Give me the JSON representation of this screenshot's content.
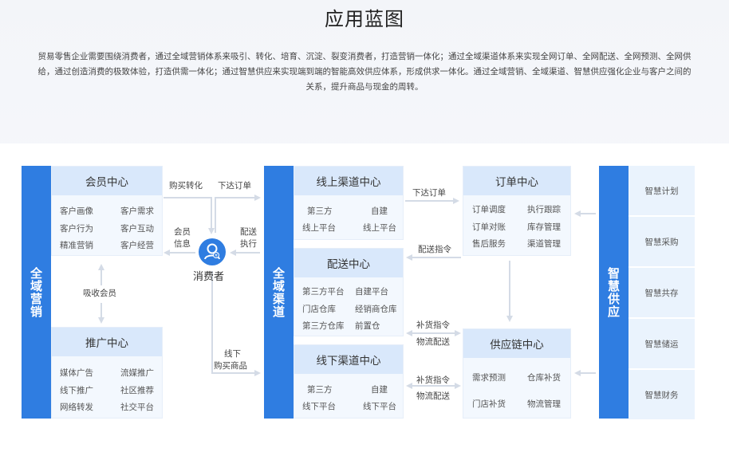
{
  "page": {
    "title": "应用蓝图",
    "intro": "贸易零售企业需要围绕消费者，通过全域营销体系来吸引、转化、培育、沉淀、裂变消费者，打造营销一体化；通过全域渠道体系来实现全网订单、全网配送、全网预测、全网供给，通过创造消费的极致体验，打造供需一体化；通过智慧供应来实现端到端的智能高效供应体系，形成供求一体化。通过全域营销、全域渠道、智慧供应强化企业与客户之间的关系，提升商品与现金的周转。"
  },
  "diagram": {
    "marketing": {
      "label": "全域营销",
      "member": {
        "title": "会员中心",
        "items": [
          "客户画像",
          "客户需求",
          "客户行为",
          "客户互动",
          "精准营销",
          "客户经营"
        ]
      },
      "promo": {
        "title": "推广中心",
        "items": [
          "媒体广告",
          "流媒推广",
          "线下推广",
          "社区推荐",
          "网络转发",
          "社交平台"
        ]
      },
      "absorb_label": "吸收会员"
    },
    "consumer": {
      "label": "消费者",
      "arrow_buy": "购买转化",
      "arrow_order": "下达订单",
      "member_info": [
        "会员",
        "信息"
      ],
      "delivery_exec": [
        "配送",
        "执行"
      ],
      "offline_buy": [
        "线下",
        "购买商品"
      ]
    },
    "channel": {
      "label": "全域渠道",
      "online": {
        "title": "线上渠道中心",
        "items": [
          "第三方",
          "自建",
          "线上平台",
          "线上平台"
        ]
      },
      "delivery": {
        "title": "配送中心",
        "items": [
          "第三方平台",
          "自建平台",
          "门店仓库",
          "经销商仓库",
          "第三方仓库",
          "前置仓"
        ]
      },
      "offline": {
        "title": "线下渠道中心",
        "items": [
          "第三方",
          "自建",
          "线下平台",
          "线下平台"
        ]
      }
    },
    "order": {
      "title": "订单中心",
      "items": [
        "订单调度",
        "执行跟踪",
        "订单对账",
        "库存管理",
        "售后服务",
        "渠道管理"
      ],
      "arrow_order": "下达订单",
      "arrow_dispatch": "配送指令"
    },
    "supply_chain": {
      "title": "供应链中心",
      "items": [
        "需求预测",
        "仓库补货",
        "门店补货",
        "物流管理"
      ],
      "arrow_a": [
        "补货指令",
        "物流配送"
      ],
      "arrow_b": [
        "补货指令",
        "物流配送"
      ]
    },
    "smart_supply": {
      "label": "智慧供应",
      "items": [
        "智慧计划",
        "智慧采购",
        "智慧共存",
        "智慧储运",
        "智慧财务"
      ]
    },
    "colors": {
      "bar": "#2f7de1",
      "header": "#d9e8fb",
      "box": "#f3f8fe",
      "arrow": "#d4dbe6"
    }
  }
}
